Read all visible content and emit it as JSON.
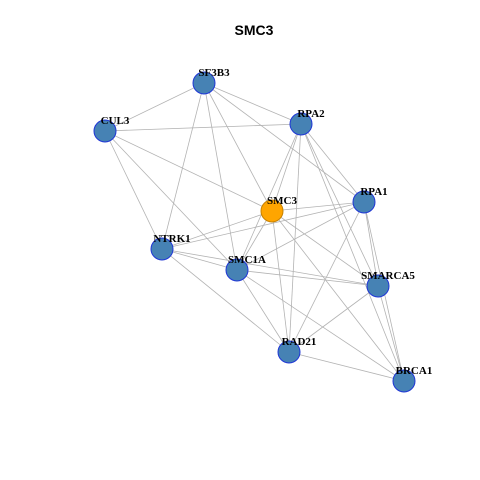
{
  "title": "SMC3",
  "colors": {
    "hub_fill": "#ffa500",
    "hub_stroke": "#c78100",
    "node_fill": "#4682b4",
    "node_stroke": "#1f36d6",
    "edge": "#b3b3b3"
  },
  "nodes": [
    {
      "id": "SF3B3",
      "label": "SF3B3",
      "hub": false
    },
    {
      "id": "CUL3",
      "label": "CUL3",
      "hub": false
    },
    {
      "id": "RPA2",
      "label": "RPA2",
      "hub": false
    },
    {
      "id": "SMC3",
      "label": "SMC3",
      "hub": true
    },
    {
      "id": "RPA1",
      "label": "RPA1",
      "hub": false
    },
    {
      "id": "NTRK1",
      "label": "NTRK1",
      "hub": false
    },
    {
      "id": "SMC1A",
      "label": "SMC1A",
      "hub": false
    },
    {
      "id": "SMARCA5",
      "label": "SMARCA5",
      "hub": false
    },
    {
      "id": "RAD21",
      "label": "RAD21",
      "hub": false
    },
    {
      "id": "BRCA1",
      "label": "BRCA1",
      "hub": false
    }
  ],
  "edges": [
    [
      "SF3B3",
      "CUL3"
    ],
    [
      "SF3B3",
      "RPA2"
    ],
    [
      "SF3B3",
      "RPA1"
    ],
    [
      "SF3B3",
      "SMC3"
    ],
    [
      "SF3B3",
      "NTRK1"
    ],
    [
      "SF3B3",
      "SMC1A"
    ],
    [
      "CUL3",
      "RPA2"
    ],
    [
      "CUL3",
      "SMC3"
    ],
    [
      "CUL3",
      "NTRK1"
    ],
    [
      "CUL3",
      "SMC1A"
    ],
    [
      "RPA2",
      "SMC3"
    ],
    [
      "RPA2",
      "RPA1"
    ],
    [
      "RPA2",
      "SMC1A"
    ],
    [
      "RPA2",
      "RAD21"
    ],
    [
      "RPA2",
      "SMARCA5"
    ],
    [
      "RPA2",
      "BRCA1"
    ],
    [
      "SMC3",
      "RPA1"
    ],
    [
      "SMC3",
      "NTRK1"
    ],
    [
      "SMC3",
      "SMC1A"
    ],
    [
      "SMC3",
      "SMARCA5"
    ],
    [
      "SMC3",
      "RAD21"
    ],
    [
      "SMC3",
      "BRCA1"
    ],
    [
      "RPA1",
      "SMC1A"
    ],
    [
      "RPA1",
      "SMARCA5"
    ],
    [
      "RPA1",
      "RAD21"
    ],
    [
      "RPA1",
      "BRCA1"
    ],
    [
      "RPA1",
      "NTRK1"
    ],
    [
      "NTRK1",
      "SMC1A"
    ],
    [
      "NTRK1",
      "SMARCA5"
    ],
    [
      "NTRK1",
      "RAD21"
    ],
    [
      "SMC1A",
      "SMARCA5"
    ],
    [
      "SMC1A",
      "RAD21"
    ],
    [
      "SMC1A",
      "BRCA1"
    ],
    [
      "SMARCA5",
      "RAD21"
    ],
    [
      "SMARCA5",
      "BRCA1"
    ],
    [
      "RAD21",
      "BRCA1"
    ]
  ]
}
